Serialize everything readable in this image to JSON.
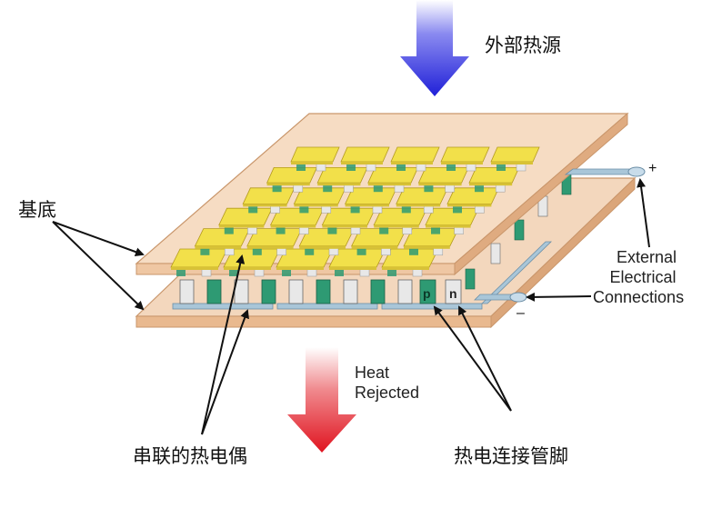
{
  "labels": {
    "heat_source": "外部热源",
    "substrate": "基底",
    "heat_rejected_line1": "Heat",
    "heat_rejected_line2": "Rejected",
    "external_connections_line1": "External",
    "external_connections_line2": "Electrical",
    "external_connections_line3": "Connections",
    "series_thermocouples": "串联的热电偶",
    "thermoelectric_legs": "热电连接管脚",
    "plus": "+",
    "minus": "–",
    "p_type": "p",
    "n_type": "n"
  },
  "colors": {
    "hot_arrow": "#2b2bdd",
    "cold_arrow": "#e2202a",
    "plate": "#f5d9bf",
    "plate_edge": "#cf9b70",
    "conductor": "#f2e04a",
    "leg_p": "#2e9a73",
    "leg_n": "#e8e8e8",
    "strip": "#a9c6d8"
  }
}
